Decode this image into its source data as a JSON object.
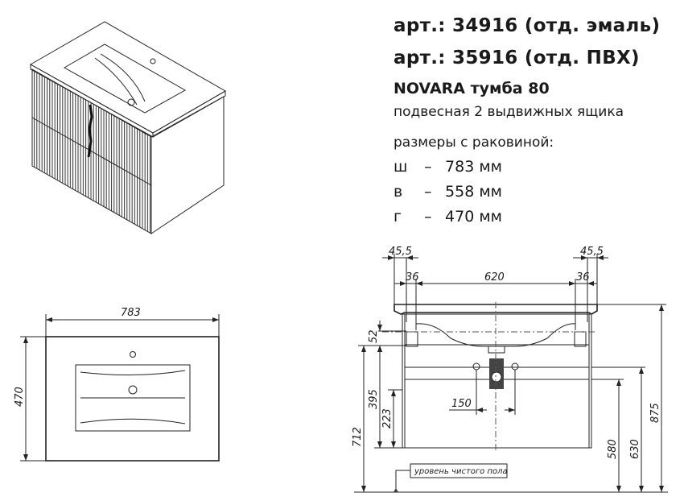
{
  "product": {
    "article_lines": [
      "арт.: 34916 (отд. эмаль)",
      "арт.: 35916 (отд. ПВХ)"
    ],
    "model_name": "NOVARA  тумба 80",
    "description": "подвесная 2 выдвижных ящика",
    "sizes_heading": "размеры с раковиной:",
    "sizes": [
      {
        "key": "ш",
        "value": "783 мм"
      },
      {
        "key": "в",
        "value": "558 мм"
      },
      {
        "key": "г",
        "value": "470 мм"
      }
    ],
    "dash": "–"
  },
  "top_view": {
    "width_dim": "783",
    "depth_dim": "470"
  },
  "front_view": {
    "dims": {
      "left_offset": "45,5",
      "right_offset": "45,5",
      "left_side": "36",
      "right_side": "36",
      "inner_width": "620",
      "d52": "52",
      "d395": "395",
      "d223": "223",
      "d712": "712",
      "d150": "150",
      "d580": "580",
      "d630": "630",
      "d875": "875"
    },
    "floor_label": "уровень чистого пола"
  }
}
